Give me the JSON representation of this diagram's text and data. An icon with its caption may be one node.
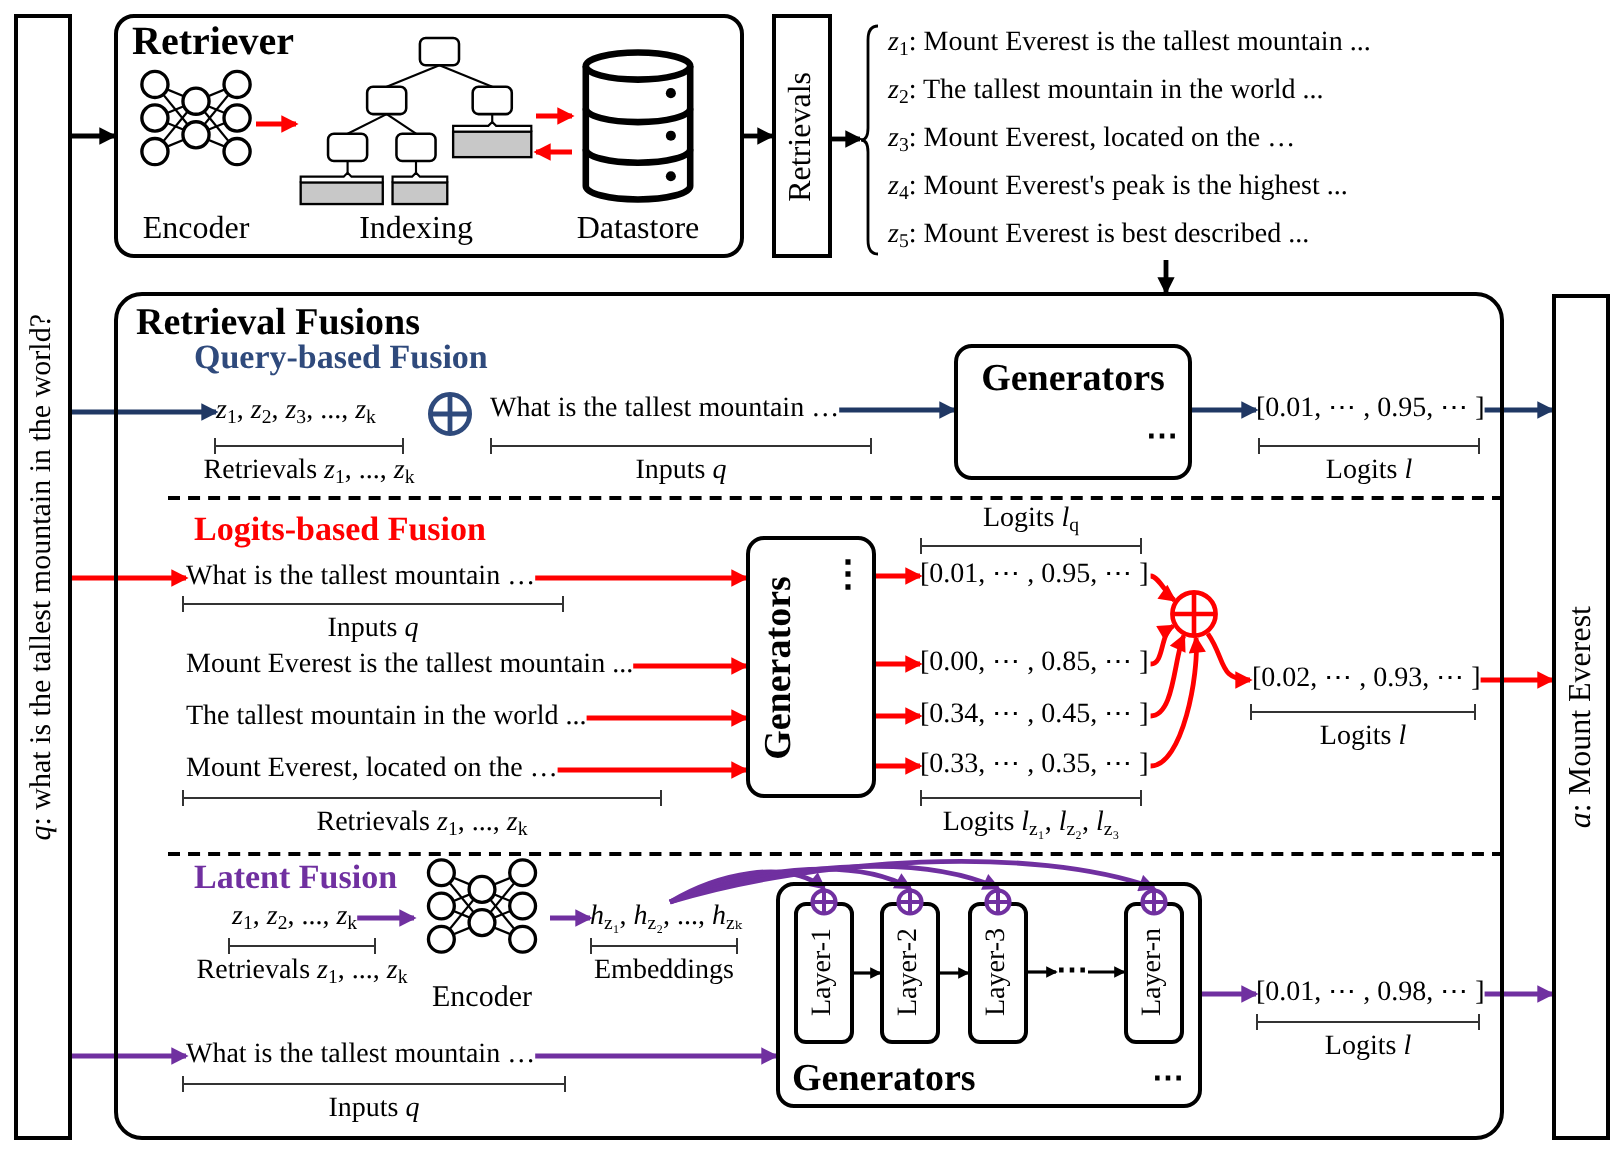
{
  "diagram": {
    "nodes": [
      {
        "text": [
          "*q*: what is the tallest mountain in the world?"
        ]
      },
      {
        "text": [
          "Retriever"
        ]
      },
      {
        "text": [
          "Encoder"
        ],
        "in": 1
      },
      {
        "text": [
          "Indexing"
        ],
        "in": 1
      },
      {
        "text": [
          "Datastore"
        ],
        "in": 1
      },
      {
        "text": [
          "Retrievals"
        ]
      },
      {
        "text": [
          "*z*$_{1}$: Mount Everest is the tallest mountain ...",
          "*z*$_{2}$: The tallest mountain in the world ...",
          "*z*$_{3}$: Mount Everest, located on the …",
          "*z*$_{4}$: Mount Everest's peak is the highest ...",
          "*z*$_{5}$: Mount Everest is best described ..."
        ]
      },
      {
        "text": [
          "Retrieval Fusions"
        ]
      },
      {
        "text": [
          "*z*$_{1}$, *z*$_{2}$, *z*$_{3}$, ..., *z*$_{k}$"
        ],
        "in": 7,
        "beside": [
          "Retrievals *z*$_{1}$, ..., *z*$_{k}$"
        ]
      },
      {
        "text": [
          "What is the tallest mountain …"
        ],
        "in": 7,
        "beside": [
          "Inputs *q*"
        ]
      },
      {
        "text": [
          "Generators",
          "⋯"
        ],
        "in": 7
      },
      {
        "text": [
          "[0.01, ⋯ , 0.95, ⋯ ]"
        ],
        "in": 7,
        "beside": [
          "Logits *l*"
        ]
      },
      {
        "text": [
          "What is the tallest mountain …"
        ],
        "in": 7
      },
      {
        "text": [
          "Mount Everest is the tallest mountain ..."
        ],
        "in": 7
      },
      {
        "text": [
          "The tallest mountain in the world ..."
        ],
        "in": 7
      },
      {
        "text": [
          "Mount Everest, located on the …"
        ],
        "in": 7,
        "beside": [
          "Retrievals *z*$_{1}$, ..., *z*$_{k}$"
        ]
      },
      {
        "text": [
          "Generators",
          "⋮"
        ],
        "in": 7
      },
      {
        "text": [
          "[0.01, ⋯ , 0.95, ⋯ ]"
        ],
        "in": 7,
        "beside": [
          "Logits *l*$_{q}$"
        ]
      },
      {
        "text": [
          "[0.00, ⋯ , 0.85, ⋯ ]"
        ],
        "in": 7
      },
      {
        "text": [
          "[0.34, ⋯ , 0.45, ⋯ ]"
        ],
        "in": 7
      },
      {
        "text": [
          "[0.33, ⋯ , 0.35, ⋯ ]"
        ],
        "in": 7,
        "beside": [
          "Logits *l*$_{z₁}$, *l*$_{z₂}$, *l*$_{z₃}$"
        ]
      },
      {
        "text": [],
        "shape": "circle",
        "in": 7
      },
      {
        "text": [
          "[0.02, ⋯ , 0.93, ⋯ ]"
        ],
        "in": 7,
        "beside": [
          "Logits *l*"
        ]
      },
      {
        "text": [
          "*z*$_{1}$, *z*$_{2}$, ..., *z*$_{k}$"
        ],
        "in": 7,
        "beside": [
          "Retrievals *z*$_{1}$, ..., *z*$_{k}$"
        ]
      },
      {
        "text": [
          "Encoder"
        ],
        "in": 7
      },
      {
        "text": [
          "*h*$_{z₁}$, *h*$_{z₂}$, ..., *h*$_{zₖ}$"
        ],
        "in": 7,
        "beside": [
          "Embeddings"
        ]
      },
      {
        "text": [
          "What is the tallest mountain …"
        ],
        "in": 7,
        "beside": [
          "Inputs *q*"
        ]
      },
      {
        "text": [
          "Generators",
          "⋯"
        ],
        "in": 7
      },
      {
        "text": [],
        "shape": "circle",
        "in": 27
      },
      {
        "text": [],
        "shape": "circle",
        "in": 27
      },
      {
        "text": [],
        "shape": "circle",
        "in": 27
      },
      {
        "text": [],
        "shape": "circle",
        "in": 27
      },
      {
        "text": [
          "Layer-1"
        ],
        "in": 27
      },
      {
        "text": [
          "Layer-2"
        ],
        "in": 27
      },
      {
        "text": [
          "Layer-3"
        ],
        "in": 27
      },
      {
        "text": [
          "⋯"
        ],
        "in": 27
      },
      {
        "text": [
          "Layer-n"
        ],
        "in": 27
      },
      {
        "text": [
          "[0.01, ⋯ , 0.98, ⋯ ]"
        ],
        "in": 7,
        "beside": [
          "Logits *l*"
        ]
      },
      {
        "text": [
          "*a*: Mount Everest"
        ]
      }
    ],
    "edges": [
      {
        "from": 0,
        "to": 1,
        "arrow": "to",
        "color": "#000000"
      },
      {
        "from": 1,
        "to": 5,
        "arrow": "to",
        "color": "#000000"
      },
      {
        "from": 5,
        "to": 6,
        "arrow": "to",
        "color": "#000000"
      },
      {
        "from": 6,
        "to": 7,
        "arrow": "to",
        "color": "#000000"
      },
      {
        "from": 2,
        "to": 3,
        "arrow": "to",
        "color": "#ff0000"
      },
      {
        "from": 3,
        "to": 4,
        "arrow": "to",
        "color": "#ff0000"
      },
      {
        "from": 4,
        "to": 3,
        "arrow": "to",
        "color": "#ff0000"
      },
      {
        "from": 0,
        "to": 8,
        "arrow": "to",
        "color": "#203864"
      },
      {
        "from": 9,
        "to": 10,
        "arrow": "to",
        "color": "#203864"
      },
      {
        "from": 10,
        "to": 11,
        "arrow": "to",
        "color": "#203864"
      },
      {
        "from": 11,
        "to": 38,
        "arrow": "to",
        "color": "#203864"
      },
      {
        "from": 0,
        "to": 12,
        "arrow": "to",
        "color": "#ff0000"
      },
      {
        "from": 12,
        "to": 16,
        "arrow": "to",
        "color": "#ff0000"
      },
      {
        "from": 13,
        "to": 16,
        "arrow": "to",
        "color": "#ff0000"
      },
      {
        "from": 14,
        "to": 16,
        "arrow": "to",
        "color": "#ff0000"
      },
      {
        "from": 15,
        "to": 16,
        "arrow": "to",
        "color": "#ff0000"
      },
      {
        "from": 16,
        "to": 17,
        "arrow": "to",
        "color": "#ff0000"
      },
      {
        "from": 16,
        "to": 18,
        "arrow": "to",
        "color": "#ff0000"
      },
      {
        "from": 16,
        "to": 19,
        "arrow": "to",
        "color": "#ff0000"
      },
      {
        "from": 16,
        "to": 20,
        "arrow": "to",
        "color": "#ff0000"
      },
      {
        "from": 17,
        "to": 21,
        "arrow": "to",
        "color": "#ff0000"
      },
      {
        "from": 18,
        "to": 21,
        "arrow": "to",
        "color": "#ff0000"
      },
      {
        "from": 19,
        "to": 21,
        "arrow": "to",
        "color": "#ff0000"
      },
      {
        "from": 20,
        "to": 21,
        "arrow": "to",
        "color": "#ff0000"
      },
      {
        "from": 21,
        "to": 22,
        "arrow": "to",
        "color": "#ff0000"
      },
      {
        "from": 22,
        "to": 38,
        "arrow": "to",
        "color": "#ff0000"
      },
      {
        "from": 23,
        "to": 24,
        "arrow": "to",
        "color": "#7030a0"
      },
      {
        "from": 24,
        "to": 25,
        "arrow": "to",
        "color": "#7030a0"
      },
      {
        "from": 25,
        "to": 28,
        "arrow": "to",
        "color": "#7030a0"
      },
      {
        "from": 25,
        "to": 29,
        "arrow": "to",
        "color": "#7030a0"
      },
      {
        "from": 25,
        "to": 30,
        "arrow": "to",
        "color": "#7030a0"
      },
      {
        "from": 25,
        "to": 31,
        "arrow": "to",
        "color": "#7030a0"
      },
      {
        "from": 32,
        "to": 33,
        "arrow": "to",
        "color": "#000000"
      },
      {
        "from": 33,
        "to": 34,
        "arrow": "to",
        "color": "#000000"
      },
      {
        "from": 34,
        "to": 35,
        "arrow": "to",
        "color": "#000000"
      },
      {
        "from": 35,
        "to": 36,
        "arrow": "to",
        "color": "#000000"
      },
      {
        "from": 0,
        "to": 26,
        "arrow": "to",
        "color": "#7030a0"
      },
      {
        "from": 26,
        "to": 27,
        "arrow": "to",
        "color": "#7030a0"
      },
      {
        "from": 27,
        "to": 37,
        "arrow": "to",
        "color": "#7030a0"
      },
      {
        "from": 37,
        "to": 38,
        "arrow": "to",
        "color": "#7030a0"
      }
    ],
    "labels": [
      "Query-based Fusion",
      "Logits-based Fusion",
      "Inputs *q*",
      "Latent Fusion"
    ]
  }
}
